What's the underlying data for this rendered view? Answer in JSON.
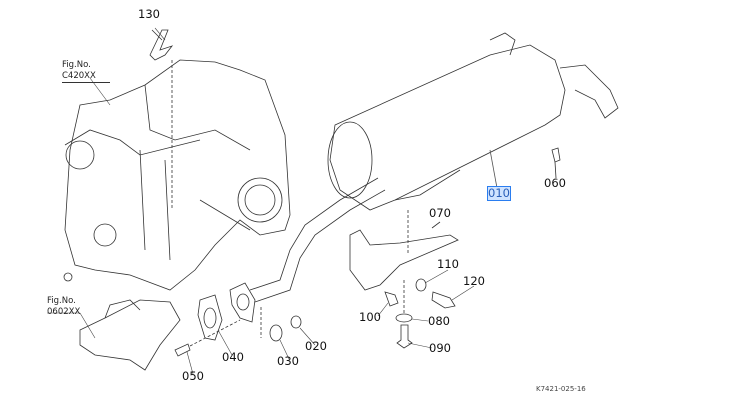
{
  "diagram": {
    "figure_refs": [
      {
        "label": "Fig.No.",
        "code": "C420XX"
      },
      {
        "label": "Fig.No.",
        "code": "0602XX"
      }
    ],
    "parts": [
      {
        "no": "010",
        "selected": true
      },
      {
        "no": "020"
      },
      {
        "no": "030"
      },
      {
        "no": "040"
      },
      {
        "no": "050"
      },
      {
        "no": "060"
      },
      {
        "no": "070"
      },
      {
        "no": "080"
      },
      {
        "no": "090"
      },
      {
        "no": "100"
      },
      {
        "no": "110"
      },
      {
        "no": "120"
      },
      {
        "no": "130"
      }
    ],
    "drawing_ref": "K7421-025-16",
    "highlight_color": "#2a7df0"
  }
}
